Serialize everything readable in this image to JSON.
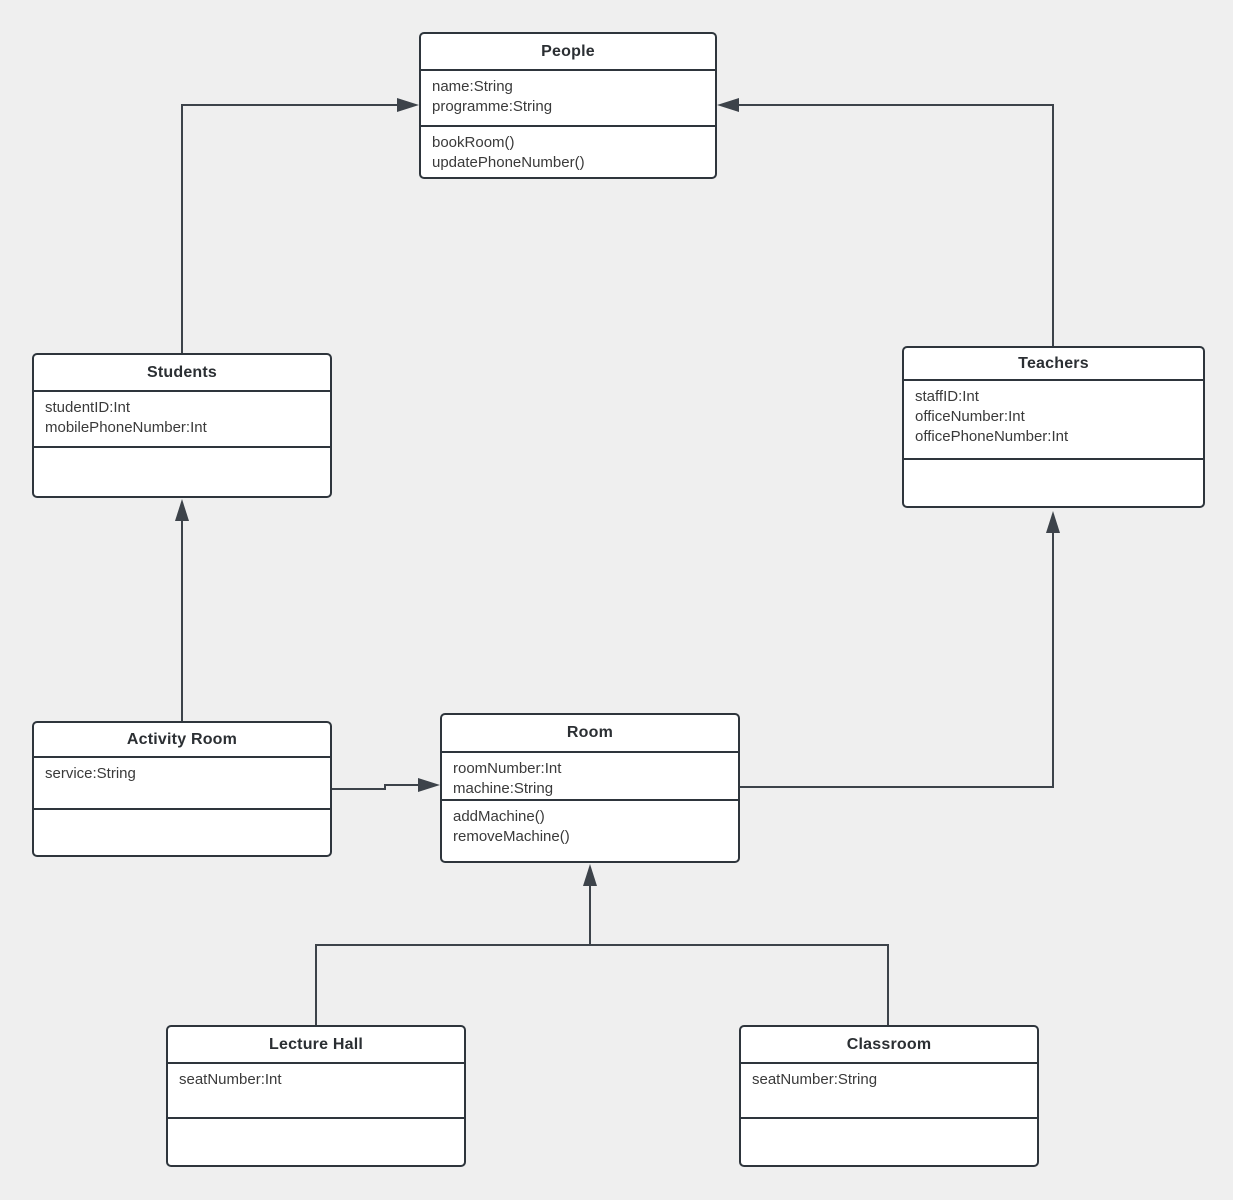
{
  "diagram": {
    "type": "uml-class-diagram",
    "colors": {
      "background": "#efefef",
      "box_fill": "#ffffff",
      "border": "#2e353c",
      "line": "#3d434a",
      "text": "#3a3a3a"
    },
    "classes": [
      {
        "id": "people",
        "title": "People",
        "attributes": [
          "name:String",
          "programme:String"
        ],
        "methods": [
          "bookRoom()",
          "updatePhoneNumber()"
        ]
      },
      {
        "id": "students",
        "title": "Students",
        "attributes": [
          "studentID:Int",
          "mobilePhoneNumber:Int"
        ],
        "methods": []
      },
      {
        "id": "teachers",
        "title": "Teachers",
        "attributes": [
          "staffID:Int",
          "officeNumber:Int",
          "officePhoneNumber:Int"
        ],
        "methods": []
      },
      {
        "id": "activity-room",
        "title": "Activity Room",
        "attributes": [
          "service:String"
        ],
        "methods": []
      },
      {
        "id": "room",
        "title": "Room",
        "attributes": [
          "roomNumber:Int",
          "machine:String"
        ],
        "methods": [
          "addMachine()",
          "removeMachine()"
        ]
      },
      {
        "id": "lecture-hall",
        "title": "Lecture Hall",
        "attributes": [
          "seatNumber:Int"
        ],
        "methods": []
      },
      {
        "id": "classroom",
        "title": "Classroom",
        "attributes": [
          "seatNumber:String"
        ],
        "methods": []
      }
    ],
    "relationships": [
      {
        "from": "students",
        "to": "people",
        "arrow": "filled-arrowhead"
      },
      {
        "from": "teachers",
        "to": "people",
        "arrow": "filled-arrowhead"
      },
      {
        "from": "activity-room",
        "to": "students",
        "arrow": "filled-arrowhead"
      },
      {
        "from": "activity-room",
        "to": "room",
        "arrow": "filled-arrowhead"
      },
      {
        "from": "room",
        "to": "teachers",
        "arrow": "filled-arrowhead"
      },
      {
        "from": "lecture-hall",
        "to": "room",
        "arrow": "filled-arrowhead"
      },
      {
        "from": "classroom",
        "to": "room",
        "arrow": "filled-arrowhead"
      }
    ]
  }
}
